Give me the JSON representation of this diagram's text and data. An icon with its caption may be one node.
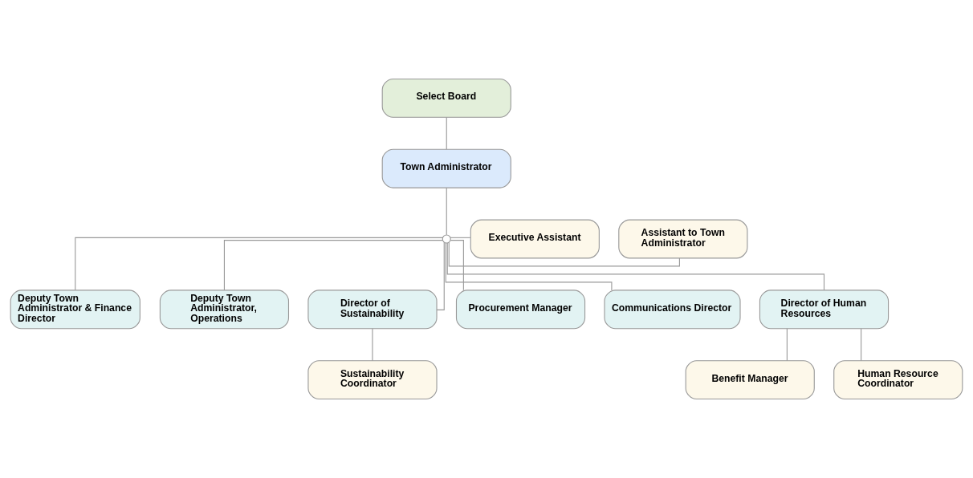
{
  "diagram": {
    "nodes": [
      {
        "text": [
          "Select Board"
        ]
      },
      {
        "text": [
          "Town Administrator"
        ]
      },
      {
        "text": [],
        "shape": "circle"
      },
      {
        "text": [
          "Assistant to Town Administrator"
        ]
      },
      {
        "text": [
          "Executive Assistant"
        ]
      },
      {
        "text": [
          "Deputy Town Administrator & Finance Director"
        ]
      },
      {
        "text": [
          "Deputy Town Administrator, Operations"
        ]
      },
      {
        "text": [
          "Director of Sustainability"
        ]
      },
      {
        "text": [
          "Procurement Manager"
        ]
      },
      {
        "text": [
          "Communications Director"
        ]
      },
      {
        "text": [
          "Director of Human Resources"
        ]
      },
      {
        "text": [
          "Sustainability Coordinator"
        ]
      },
      {
        "text": [
          "Benefit Manager"
        ]
      },
      {
        "text": [
          "Human Resource Coordinator"
        ]
      }
    ],
    "edges": [
      {
        "from": 0,
        "to": 1,
        "arrow": "none"
      },
      {
        "from": 1,
        "to": 2,
        "arrow": "none"
      },
      {
        "from": 2,
        "to": 3,
        "arrow": "none"
      },
      {
        "from": 2,
        "to": 4,
        "arrow": "none"
      },
      {
        "from": 2,
        "to": 5,
        "arrow": "none"
      },
      {
        "from": 2,
        "to": 6,
        "arrow": "none"
      },
      {
        "from": 2,
        "to": 7,
        "arrow": "none"
      },
      {
        "from": 2,
        "to": 8,
        "arrow": "none"
      },
      {
        "from": 2,
        "to": 9,
        "arrow": "none"
      },
      {
        "from": 2,
        "to": 10,
        "arrow": "none"
      },
      {
        "from": 7,
        "to": 11,
        "arrow": "none"
      },
      {
        "from": 10,
        "to": 12,
        "arrow": "none"
      },
      {
        "from": 10,
        "to": 13,
        "arrow": "none"
      }
    ]
  }
}
